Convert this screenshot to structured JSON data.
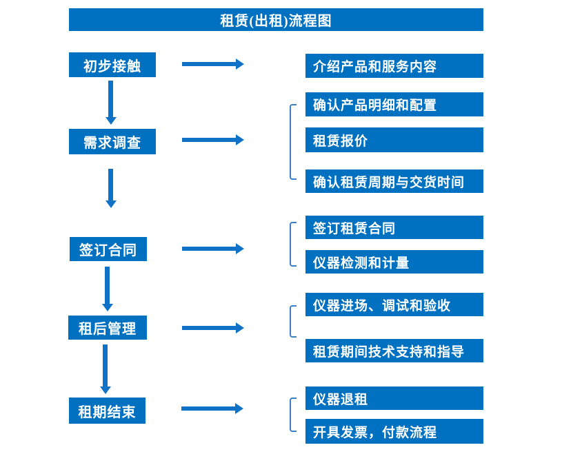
{
  "title": "租赁(出租)流程图",
  "colors": {
    "box_blue": "#0070C0",
    "arrow_blue": "#0F72C6",
    "bracket_blue": "#3B7FC4",
    "text_white": "#FFFFFF"
  },
  "stages": [
    {
      "label": "初步接触",
      "outputs": [
        "介绍产品和服务内容"
      ]
    },
    {
      "label": "需求调查",
      "outputs": [
        "确认产品明细和配置",
        "租赁报价",
        "确认租赁周期与交货时间"
      ]
    },
    {
      "label": "签订合同",
      "outputs": [
        "签订租赁合同",
        "仪器检测和计量"
      ]
    },
    {
      "label": "租后管理",
      "outputs": [
        "仪器进场、调试和验收",
        "租赁期间技术支持和指导"
      ]
    },
    {
      "label": "租期结束",
      "outputs": [
        "仪器退租",
        "开具发票，付款流程"
      ]
    }
  ]
}
